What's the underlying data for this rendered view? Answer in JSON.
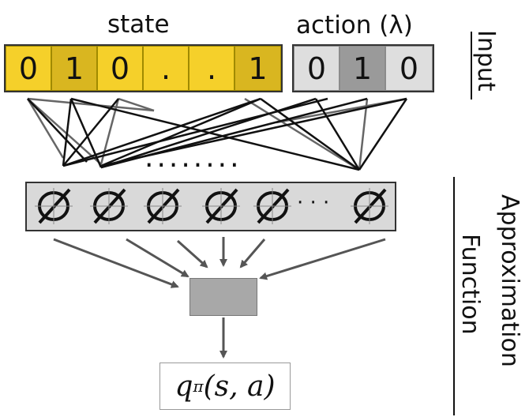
{
  "labels": {
    "state": "state",
    "action": "action (λ)",
    "input": "Input",
    "approx_line1": "Approximation",
    "approx_line2": "Function",
    "output_q": "q",
    "output_sub": "π",
    "output_args": "(s, a)",
    "hidden_ellipsis": "........",
    "neuron_ellipsis": "· · ·"
  },
  "state_cells": [
    "0",
    "1",
    "0",
    ".",
    ".",
    "1"
  ],
  "action_cells": [
    "0",
    "1",
    "0"
  ],
  "colors": {
    "state_light": "#f5d02a",
    "state_dark": "#d9b620",
    "action_light": "#dedede",
    "action_selected": "#9a9a9a",
    "output_box": "#a8a8a8",
    "arrow": "#555555"
  },
  "icons": {
    "neuron": "phi-activation-icon"
  }
}
